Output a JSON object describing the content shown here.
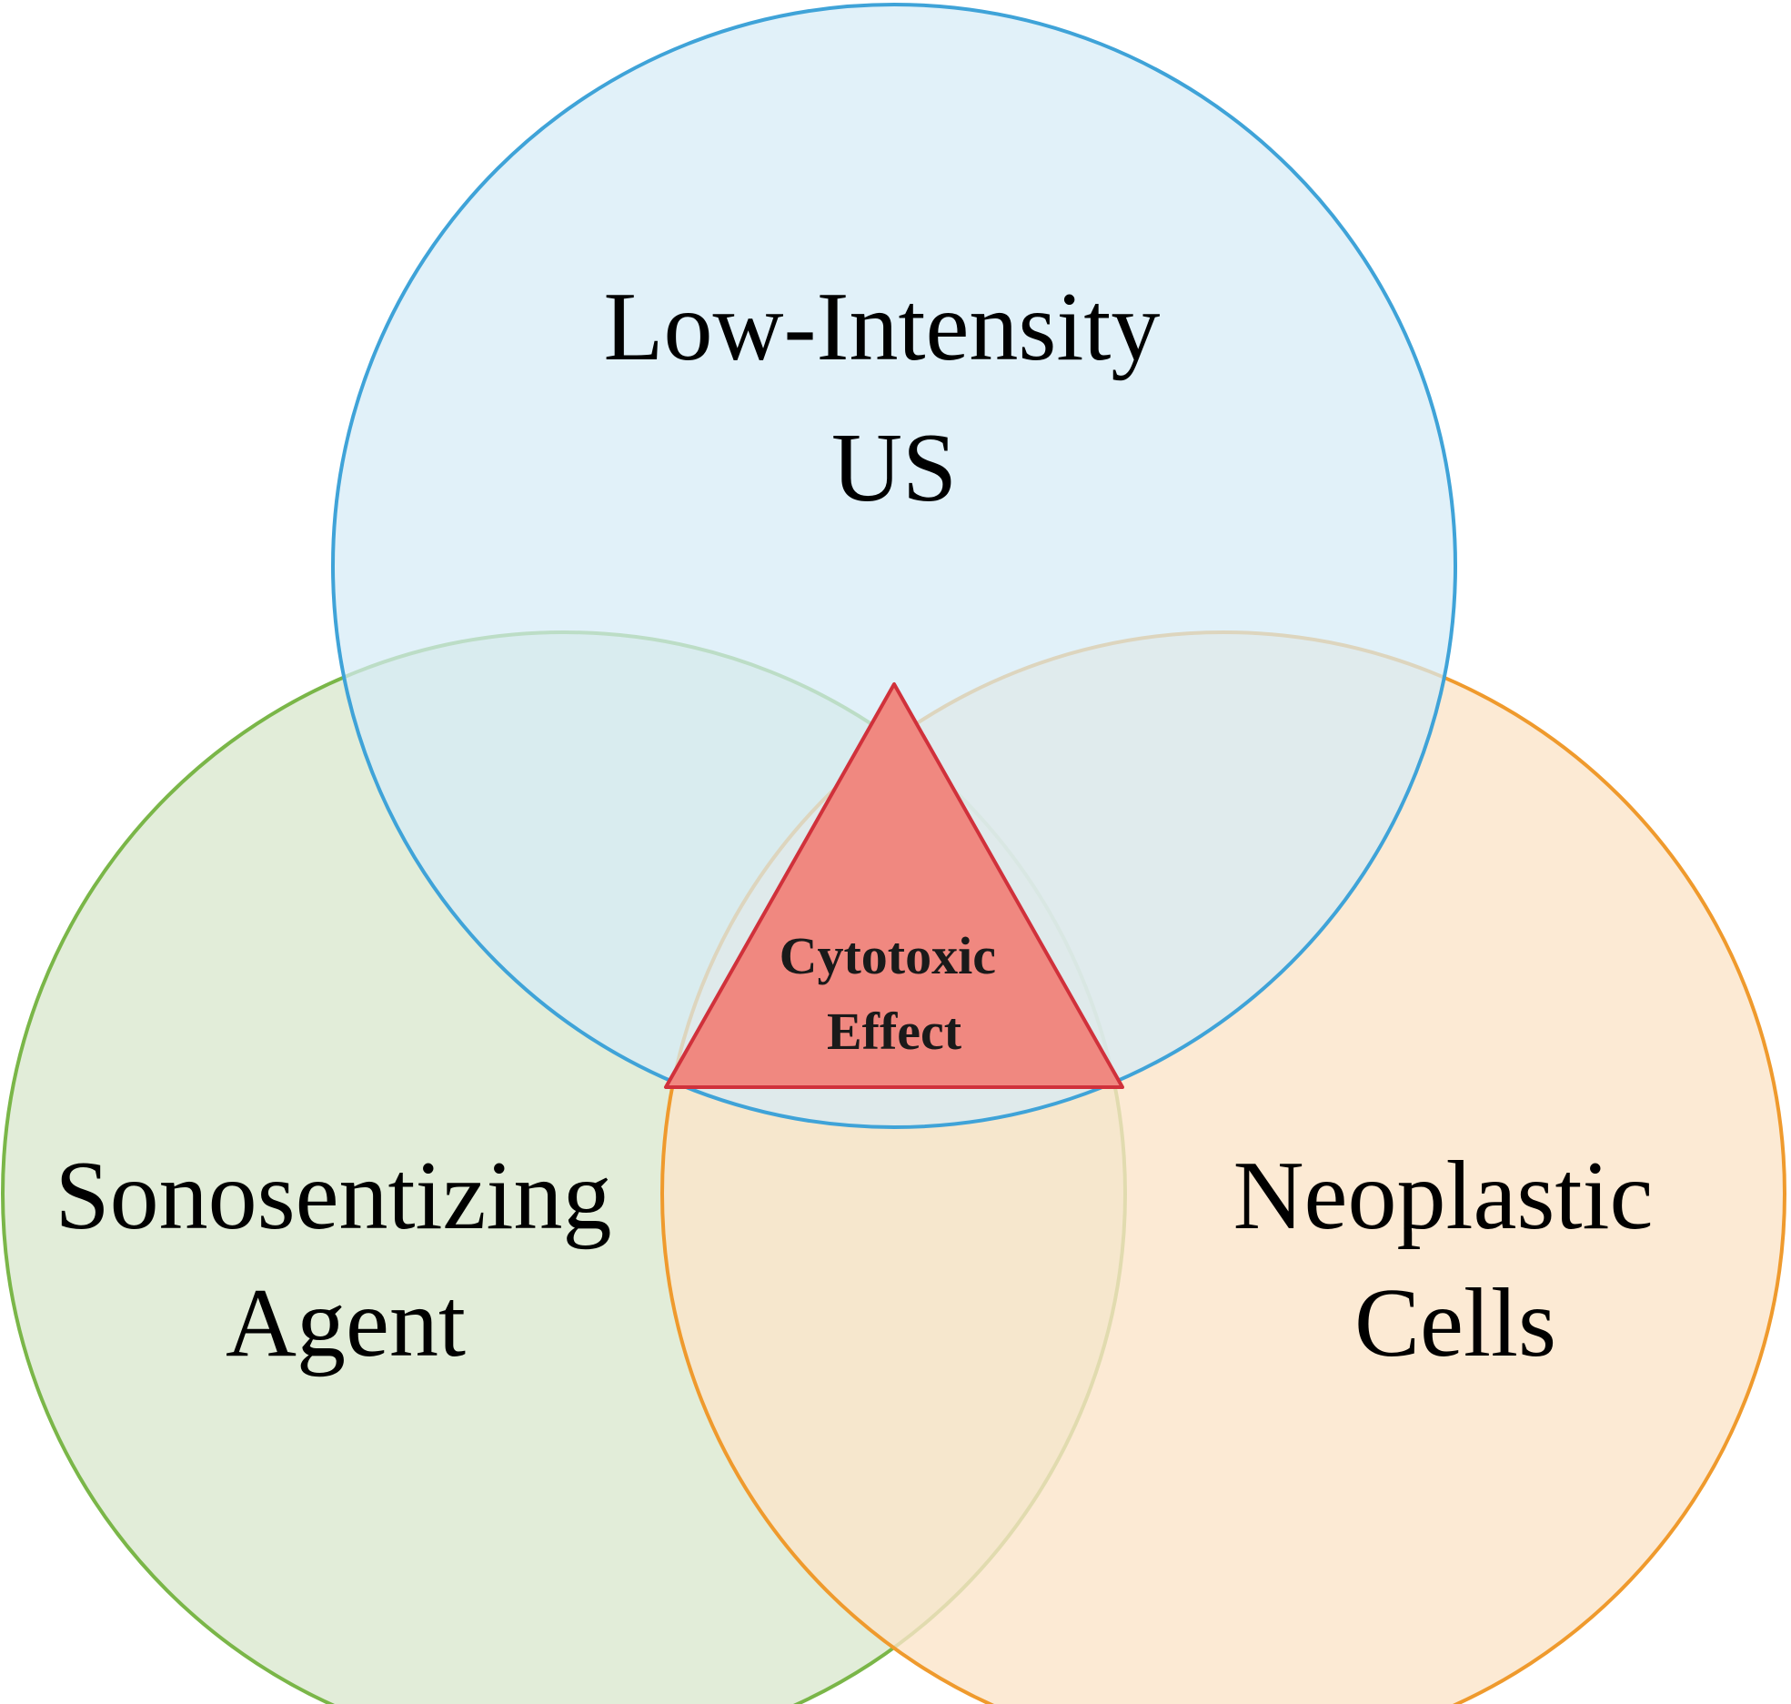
{
  "diagram": {
    "type": "venn",
    "sets": [
      {
        "id": "us",
        "label_lines": [
          "Low-Intensity",
          "US"
        ],
        "fill": "#d6ebf7",
        "stroke": "#3fa3d8"
      },
      {
        "id": "agent",
        "label_lines": [
          "Sonosentizing",
          "Agent"
        ],
        "fill": "#dbe9cf",
        "stroke": "#7ab648"
      },
      {
        "id": "cells",
        "label_lines": [
          "Neoplastic",
          "Cells"
        ],
        "fill": "#fbe5c9",
        "stroke": "#ef9a2d"
      }
    ],
    "intersection": {
      "label_lines": [
        "Cytotoxic",
        "Effect"
      ],
      "fill": "#f08880",
      "stroke": "#d0313b"
    }
  }
}
